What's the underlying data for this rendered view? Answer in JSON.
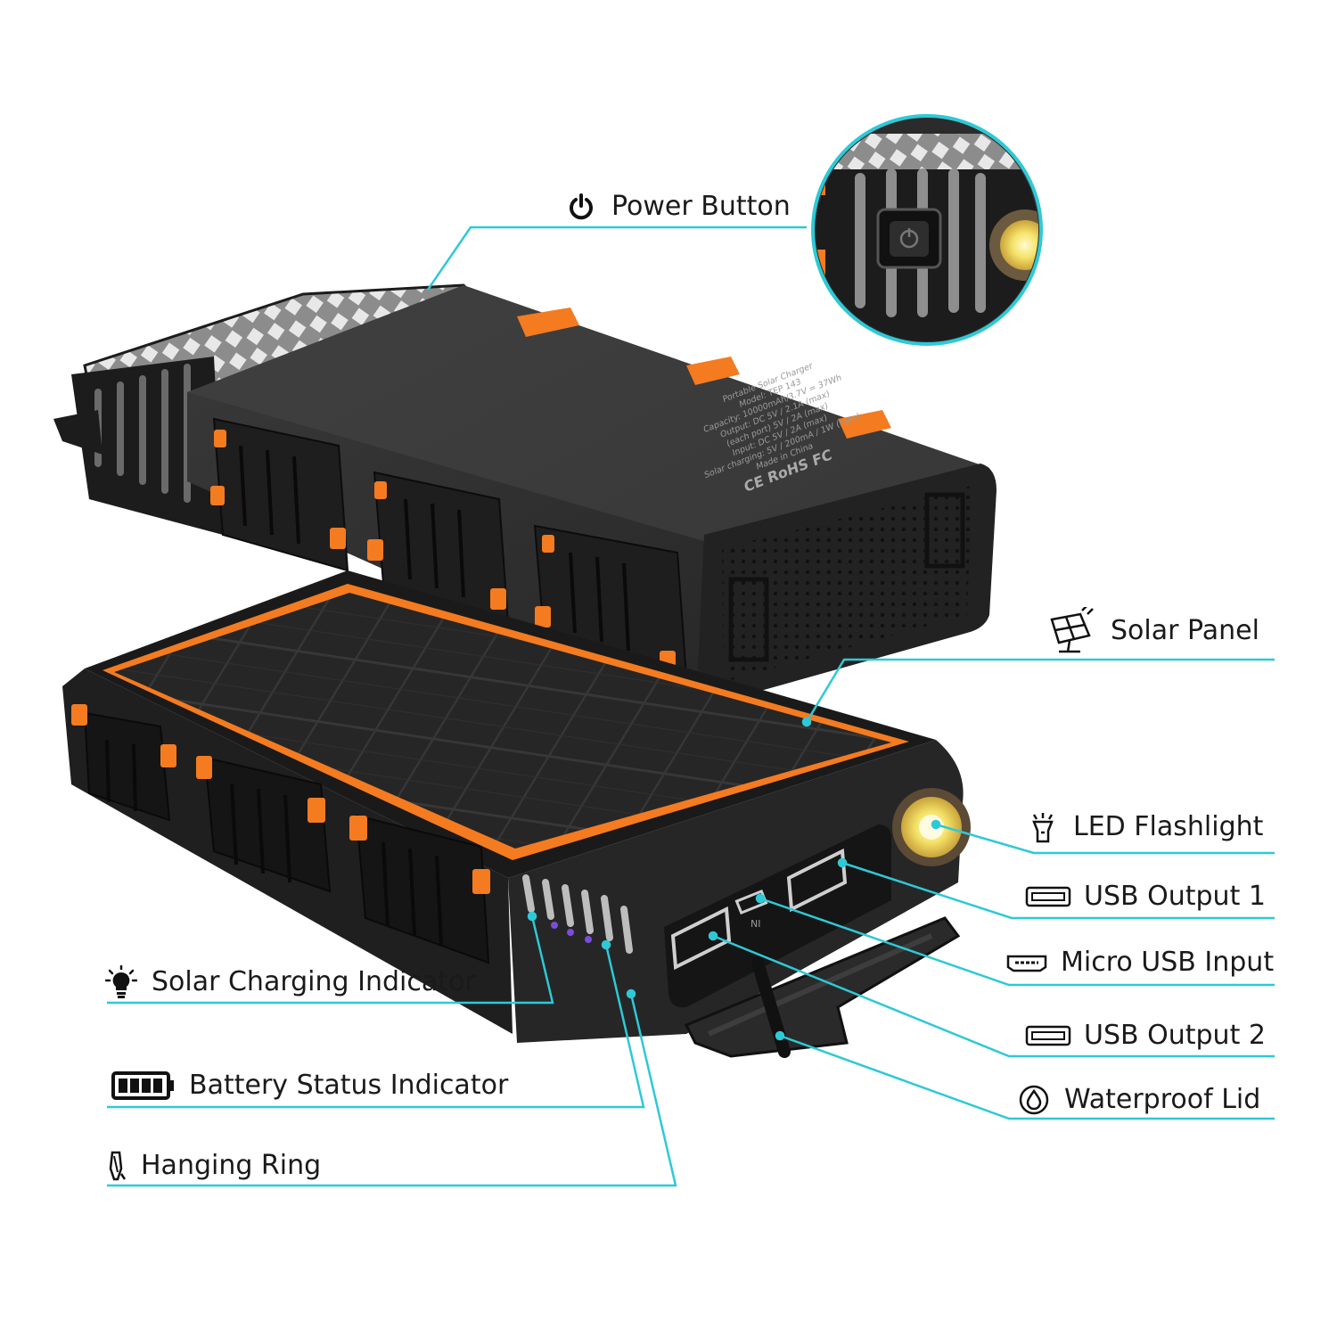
{
  "callouts": {
    "power_button": "Power Button",
    "solar_panel": "Solar Panel",
    "led_flashlight": "LED Flashlight",
    "usb_output_1": "USB Output 1",
    "micro_usb_input": "Micro USB Input",
    "usb_output_2": "USB Output 2",
    "waterproof_lid": "Waterproof Lid",
    "solar_charging_indicator": "Solar Charging Indicator",
    "battery_status_indicator": "Battery Status Indicator",
    "hanging_ring": "Hanging Ring"
  },
  "product_label": {
    "lines": [
      "Portable Solar Charger",
      "Model: TEP 143",
      "Capacity: 10000mAh/3.7V = 37Wh",
      "Output: DC 5V / 2.1A (max)",
      "(each port) 5V / 2A (max)",
      "Input: DC 5V / 2A (max)",
      "Solar charging: 5V / 200mA / 1W (max)",
      "Made in China"
    ],
    "marks": "CE RoHS FC"
  },
  "micro_usb_marking": "NI",
  "colors": {
    "leader_line": "#2ec9d6",
    "accent_orange": "#f47b20",
    "body_dark": "#2b2b2b",
    "rubber_black": "#1c1c1c",
    "label_text": "#1a1a1a",
    "led_yellow": "#f5e36a",
    "indicator_purple": "#7b4cd9"
  },
  "icons": {
    "power": "power-icon",
    "solar": "solar-panel-icon",
    "flashlight": "flashlight-icon",
    "usb": "usb-port-icon",
    "micro_usb": "micro-usb-port-icon",
    "drop": "water-drop-icon",
    "bulb": "light-bulb-icon",
    "battery": "battery-full-icon",
    "ring": "carabiner-icon"
  }
}
